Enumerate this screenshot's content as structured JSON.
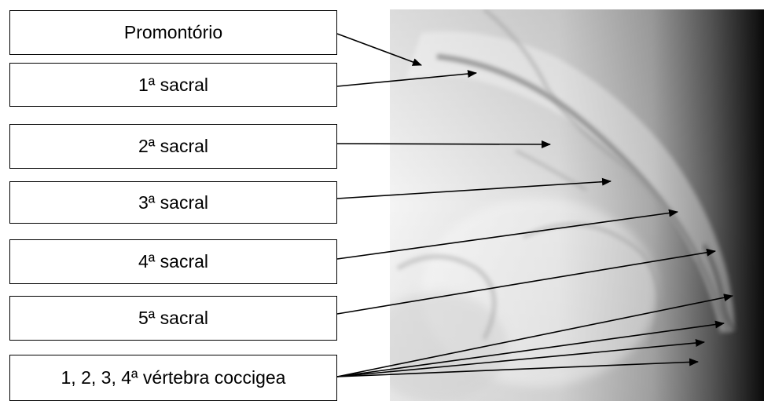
{
  "colors": {
    "line": "#000000",
    "box_border": "#000000",
    "box_fill": "#ffffff",
    "xray_bright": "#f2f2f2",
    "xray_dark": "#0a0a0a"
  },
  "labels": [
    {
      "text": "Promontório"
    },
    {
      "text": "1ª sacral"
    },
    {
      "text": "2ª sacral"
    },
    {
      "text": "3ª sacral"
    },
    {
      "text": "4ª sacral"
    },
    {
      "text": "5ª sacral"
    },
    {
      "text": "1, 2, 3, 4ª vértebra coccigea"
    }
  ]
}
